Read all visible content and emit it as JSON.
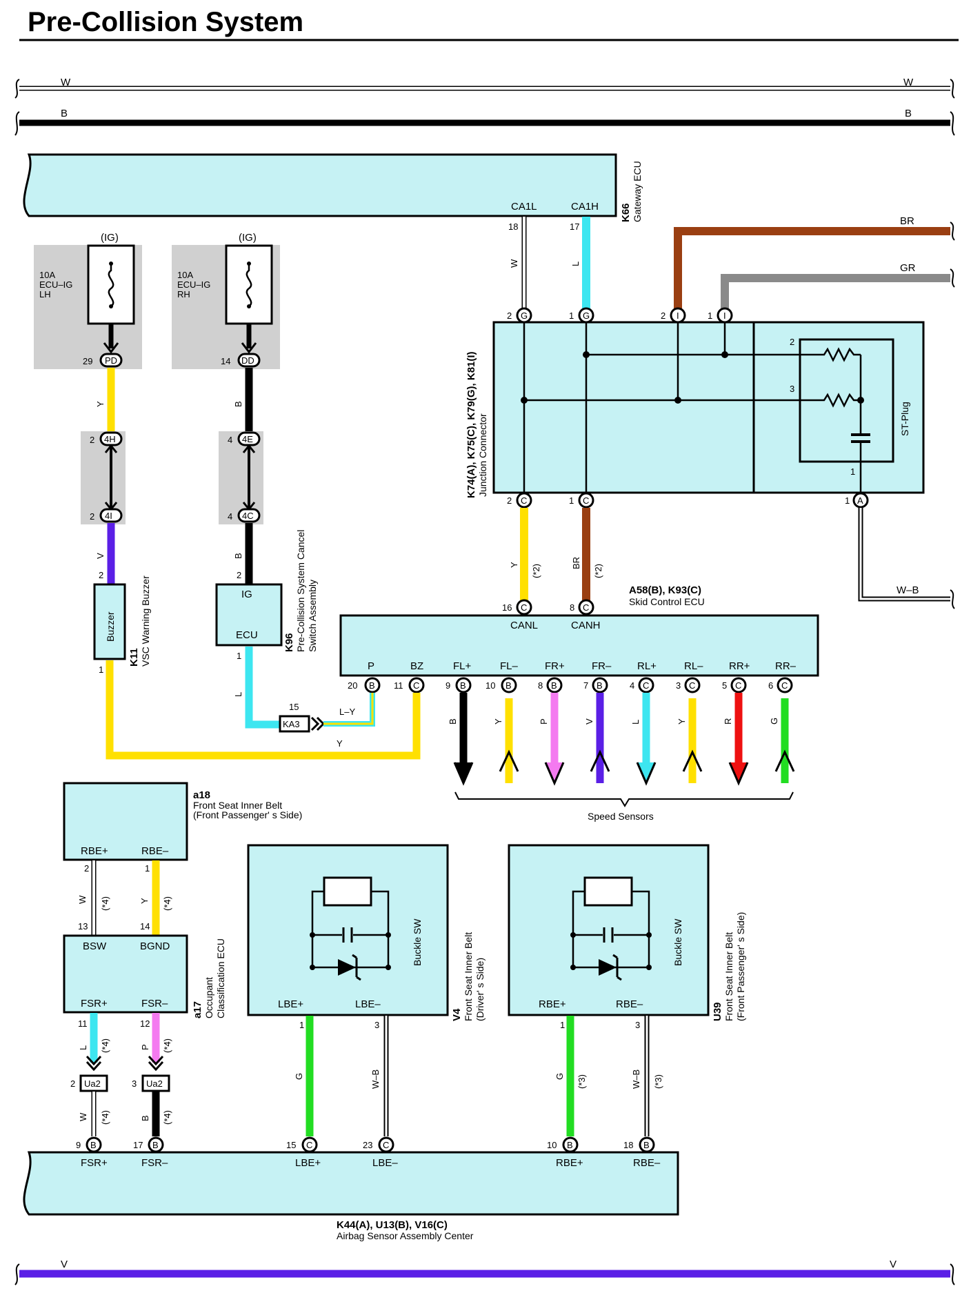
{
  "title": "Pre-Collision System",
  "bus": {
    "w": "W",
    "b": "B",
    "v": "V"
  },
  "gateway": {
    "code": "K66",
    "name": "Gateway ECU",
    "ca1l": "CA1L",
    "ca1h": "CA1H",
    "pin18": "18",
    "pin17": "17"
  },
  "junction": {
    "code": "K74(A), K75(C), K79(G), K81(I)",
    "name": "Junction Connector",
    "stplug": "ST-Plug"
  },
  "fuses": [
    {
      "ig": "(IG)",
      "amp": "10A",
      "name1": "ECU–IG",
      "name2": "LH",
      "pin": "29",
      "conn": "PD",
      "wire": "Y"
    },
    {
      "ig": "(IG)",
      "amp": "10A",
      "name1": "ECU–IG",
      "name2": "RH",
      "pin": "14",
      "conn": "DD",
      "wire": "B"
    }
  ],
  "joints": {
    "j4h": "4H",
    "j4i": "4I",
    "j4e": "4E",
    "j4c": "4C",
    "p2": "2",
    "p4": "4"
  },
  "buzzer": {
    "code": "K11",
    "name": "VSC Warning Buzzer",
    "label": "Buzzer",
    "pin2": "2",
    "pin1": "1"
  },
  "cancel_sw": {
    "code": "K96",
    "name1": "Pre-Collision System Cancel",
    "name2": "Switch Assembly",
    "ig": "IG",
    "ecu": "ECU",
    "pin2": "2",
    "pin1": "1"
  },
  "ka3": {
    "label": "KA3",
    "pin": "15",
    "wire": "L–Y"
  },
  "skid": {
    "code": "A58(B), K93(C)",
    "name": "Skid Control ECU",
    "canl": "CANL",
    "canh": "CANH",
    "pin16": "16",
    "pin8": "8",
    "pins": [
      {
        "name": "P",
        "num": "20",
        "conn": "B"
      },
      {
        "name": "BZ",
        "num": "11",
        "conn": "C"
      },
      {
        "name": "FL+",
        "num": "9",
        "conn": "B",
        "wire": "B"
      },
      {
        "name": "FL–",
        "num": "10",
        "conn": "B",
        "wire": "Y"
      },
      {
        "name": "FR+",
        "num": "8",
        "conn": "B",
        "wire": "P"
      },
      {
        "name": "FR–",
        "num": "7",
        "conn": "B",
        "wire": "V"
      },
      {
        "name": "RL+",
        "num": "4",
        "conn": "C",
        "wire": "L"
      },
      {
        "name": "RL–",
        "num": "3",
        "conn": "C",
        "wire": "Y"
      },
      {
        "name": "RR+",
        "num": "5",
        "conn": "C",
        "wire": "R"
      },
      {
        "name": "RR–",
        "num": "6",
        "conn": "C",
        "wire": "G"
      }
    ]
  },
  "speed_sensors": "Speed Sensors",
  "wires": {
    "w": "W",
    "l": "L",
    "br": "BR",
    "gr": "GR",
    "y": "Y",
    "v": "V",
    "b": "B",
    "wb": "W–B",
    "g": "G",
    "p": "P",
    "note2": "(*2)",
    "note3": "(*3)",
    "note4": "(*4)"
  },
  "a18": {
    "code": "a18",
    "name1": "Front Seat Inner Belt",
    "name2": "(Front Passenger' s Side)",
    "rbep": "RBE+",
    "rbem": "RBE–",
    "pin2": "2",
    "pin1": "1"
  },
  "a17": {
    "code": "a17",
    "name1": "Occupant",
    "name2": "Classification ECU",
    "bsw": "BSW",
    "bgnd": "BGND",
    "fsrp": "FSR+",
    "fsrm": "FSR–",
    "pin13": "13",
    "pin14": "14",
    "pin11": "11",
    "pin12": "12"
  },
  "ua2": {
    "label": "Ua2",
    "pin2": "2",
    "pin3": "3"
  },
  "v4": {
    "code": "V4",
    "name1": "Front Seat Inner Belt",
    "name2": "(Driver' s Side)",
    "buckle": "Buckle SW",
    "lbep": "LBE+",
    "lbem": "LBE–",
    "pin1": "1",
    "pin3": "3"
  },
  "u39": {
    "code": "U39",
    "name1": "Front Seat Inner Belt",
    "name2": "(Front Passenger' s Side)",
    "buckle": "Buckle SW",
    "rbep": "RBE+",
    "rbem": "RBE–",
    "pin1": "1",
    "pin3": "3"
  },
  "airbag": {
    "code": "K44(A), U13(B), V16(C)",
    "name": "Airbag Sensor Assembly Center",
    "pins": [
      {
        "num": "9",
        "conn": "B",
        "name": "FSR+"
      },
      {
        "num": "17",
        "conn": "B",
        "name": "FSR–"
      },
      {
        "num": "15",
        "conn": "C",
        "name": "LBE+"
      },
      {
        "num": "23",
        "conn": "C",
        "name": "LBE–"
      },
      {
        "num": "10",
        "conn": "B",
        "name": "RBE+"
      },
      {
        "num": "18",
        "conn": "B",
        "name": "RBE–"
      }
    ]
  },
  "junction_pins": {
    "p2": "2",
    "p1": "1",
    "p3": "3",
    "g": "G",
    "i": "I",
    "c": "C",
    "a": "A"
  },
  "colors": {
    "yellow": "#ffe000",
    "cyan": "#3de6f0",
    "brown": "#9a3f12",
    "gray": "#8a8a8a",
    "violet": "#5a1fe6",
    "pink": "#f47af0",
    "red": "#ee1111",
    "green": "#22dd22",
    "box": "#c6f2f4"
  }
}
